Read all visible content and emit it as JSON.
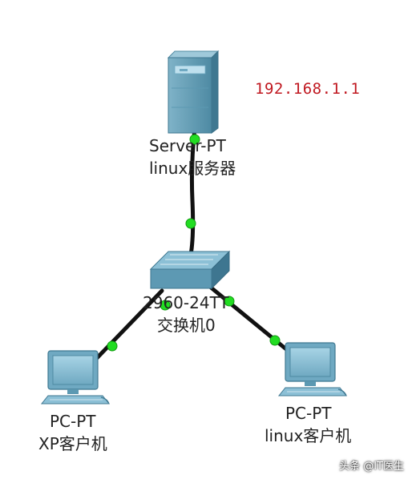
{
  "diagram": {
    "server": {
      "model": "Server-PT",
      "name": "linux服务器",
      "ip": "192.168.1.1"
    },
    "switch": {
      "model": "2960-24TT",
      "name": "交换机0"
    },
    "pc_left": {
      "model": "PC-PT",
      "name": "XP客户机"
    },
    "pc_right": {
      "model": "PC-PT",
      "name": "linux客户机"
    },
    "link_status_color": "#22dd22",
    "ip_color": "#c01820"
  },
  "watermark": "头条 @IT医生"
}
